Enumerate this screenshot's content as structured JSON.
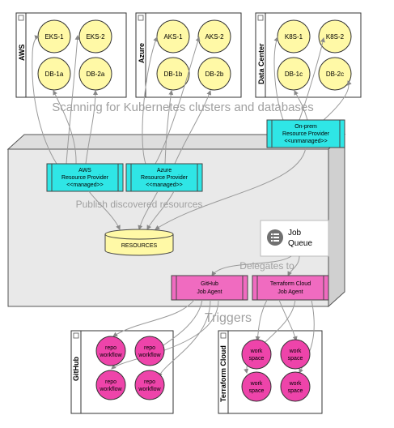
{
  "regions": {
    "aws": {
      "label": "AWS",
      "nodes": [
        "EKS-1",
        "EKS-2",
        "DB-1a",
        "DB-2a"
      ]
    },
    "azure": {
      "label": "Azure",
      "nodes": [
        "AKS-1",
        "AKS-2",
        "DB-1b",
        "DB-2b"
      ]
    },
    "datacenter": {
      "label": "Data Center",
      "nodes": [
        "K8S-1",
        "K8S-2",
        "DB-1c",
        "DB-2c"
      ]
    }
  },
  "providers": {
    "onprem": [
      "On-prem",
      "Resource Provider",
      "<<unmanaged>>"
    ],
    "aws": [
      "AWS",
      "Resource Provider",
      "<<managed>>"
    ],
    "azure": [
      "Azure",
      "Resource Provider",
      "<<managed>>"
    ]
  },
  "annotations": {
    "scanning": "Scanning for Kubernetes clusters and databases",
    "publish": "Publish discovered resources",
    "delegates": "Delegates to",
    "triggers": "Triggers"
  },
  "resources_label": "RESOURCES",
  "job_queue": [
    "Job",
    "Queue"
  ],
  "agents": {
    "github": [
      "GitHub",
      "Job Agent"
    ],
    "terraform": [
      "Terraform Cloud",
      "Job Agent"
    ]
  },
  "bottom": {
    "github": {
      "label": "GitHub",
      "nodes": [
        [
          "repo",
          "workflow"
        ],
        [
          "repo",
          "workflow"
        ],
        [
          "repo",
          "workflow"
        ],
        [
          "repo",
          "workflow"
        ]
      ]
    },
    "terraform": {
      "label": "Terraform Cloud",
      "nodes": [
        [
          "work",
          "space"
        ],
        [
          "work",
          "space"
        ],
        [
          "work",
          "space"
        ],
        [
          "work",
          "space"
        ]
      ]
    }
  },
  "colors": {
    "yellow": "#fff9a6",
    "cyan": "#2fe6e6",
    "pink": "#ee44aa",
    "agent": "#f06bc0",
    "grey": "#e6e6e6"
  }
}
